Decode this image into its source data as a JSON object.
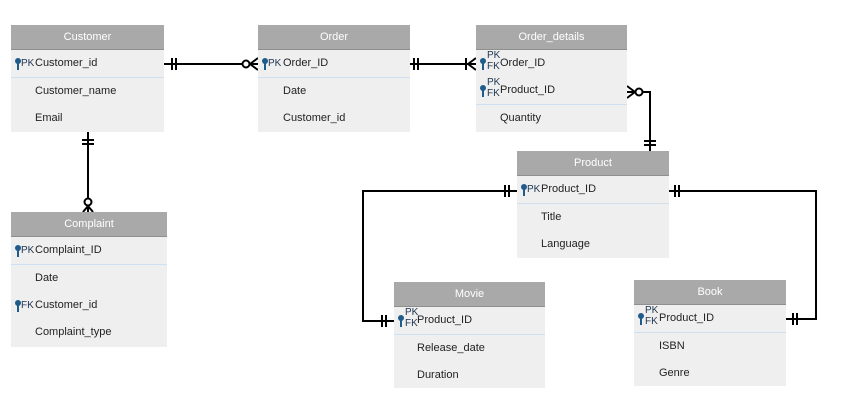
{
  "colors": {
    "header_bg": "#a9a9a9",
    "header_text": "#ffffff",
    "body_bg": "#efefef",
    "key_icon": "#1f5c8c",
    "line": "#000000"
  },
  "entities": {
    "customer": {
      "title": "Customer",
      "rows": [
        {
          "badge": "PK",
          "name": "Customer_id"
        },
        {
          "name": "Customer_name"
        },
        {
          "name": "Email"
        }
      ]
    },
    "order": {
      "title": "Order",
      "rows": [
        {
          "badge": "PK",
          "name": "Order_ID"
        },
        {
          "name": "Date"
        },
        {
          "name": "Customer_id"
        }
      ]
    },
    "order_details": {
      "title": "Order_details",
      "rows": [
        {
          "badge_top": "PK",
          "badge_bottom": "FK",
          "name": "Order_ID"
        },
        {
          "badge_top": "PK",
          "badge_bottom": "FK",
          "name": "Product_ID"
        },
        {
          "name": "Quantity"
        }
      ]
    },
    "product": {
      "title": "Product",
      "rows": [
        {
          "badge": "PK",
          "name": "Product_ID"
        },
        {
          "name": "Title"
        },
        {
          "name": "Language"
        }
      ]
    },
    "complaint": {
      "title": "Complaint",
      "rows": [
        {
          "badge": "PK",
          "name": "Complaint_ID"
        },
        {
          "name": "Date"
        },
        {
          "badge": "FK",
          "name": "Customer_id"
        },
        {
          "name": "Complaint_type"
        }
      ]
    },
    "movie": {
      "title": "Movie",
      "rows": [
        {
          "badge_top": "PK",
          "badge_bottom": "FK",
          "name": "Product_ID"
        },
        {
          "name": "Release_date"
        },
        {
          "name": "Duration"
        }
      ]
    },
    "book": {
      "title": "Book",
      "rows": [
        {
          "badge_top": "PK",
          "badge_bottom": "FK",
          "name": "Product_ID"
        },
        {
          "name": "ISBN"
        },
        {
          "name": "Genre"
        }
      ]
    }
  },
  "relationships": [
    {
      "from": "customer",
      "to": "order",
      "from_end": "one-mandatory",
      "to_end": "zero-or-many"
    },
    {
      "from": "order",
      "to": "order_details",
      "from_end": "one-mandatory",
      "to_end": "one-or-many"
    },
    {
      "from": "order_details",
      "to": "product",
      "from_end": "zero-or-many",
      "to_end": "one-mandatory"
    },
    {
      "from": "customer",
      "to": "complaint",
      "from_end": "one-mandatory",
      "to_end": "zero-or-many"
    },
    {
      "from": "product",
      "to": "movie",
      "from_end": "one-mandatory",
      "to_end": "one-mandatory"
    },
    {
      "from": "product",
      "to": "book",
      "from_end": "one-mandatory",
      "to_end": "one-mandatory"
    }
  ]
}
